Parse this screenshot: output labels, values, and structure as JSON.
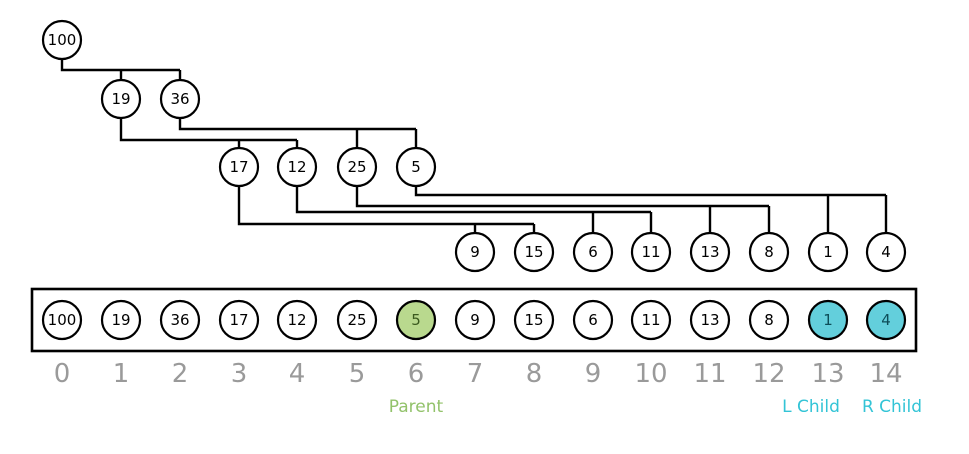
{
  "heap": {
    "values": [
      "100",
      "19",
      "36",
      "17",
      "12",
      "25",
      "5",
      "9",
      "15",
      "6",
      "11",
      "13",
      "8",
      "1",
      "4"
    ],
    "indices": [
      "0",
      "1",
      "2",
      "3",
      "4",
      "5",
      "6",
      "7",
      "8",
      "9",
      "10",
      "11",
      "12",
      "13",
      "14"
    ]
  },
  "highlight": {
    "parent_index": 6,
    "left_child_index": 13,
    "right_child_index": 14
  },
  "labels": {
    "parent": "Parent",
    "left_child": "L Child",
    "right_child": "R Child"
  },
  "colors": {
    "parent_fill": "#b9d98e",
    "child_fill": "#63cfdc",
    "parent_text": "#92c26a",
    "child_text": "#33c4d6",
    "index_text": "#9a9a9a"
  }
}
